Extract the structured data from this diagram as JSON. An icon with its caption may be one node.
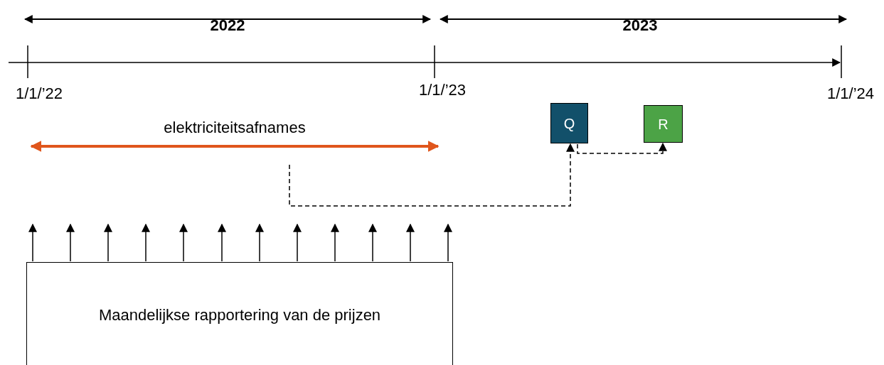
{
  "diagram": {
    "nodes": [
      {
        "text": [
          "Q"
        ]
      },
      {
        "text": [
          "R"
        ]
      },
      {
        "text": [
          "Maandelijkse rapportering van de prijzen"
        ]
      }
    ],
    "edges": [
      {
        "from": null,
        "to": 0,
        "arrow": "to",
        "style": "dashed"
      },
      {
        "from": 0,
        "to": 1,
        "arrow": "to",
        "style": "dashed"
      },
      {
        "from": 2,
        "to": null,
        "arrow": "to"
      },
      {
        "from": 2,
        "to": null,
        "arrow": "to"
      },
      {
        "from": 2,
        "to": null,
        "arrow": "to"
      },
      {
        "from": 2,
        "to": null,
        "arrow": "to"
      },
      {
        "from": 2,
        "to": null,
        "arrow": "to"
      },
      {
        "from": 2,
        "to": null,
        "arrow": "to"
      },
      {
        "from": 2,
        "to": null,
        "arrow": "to"
      },
      {
        "from": 2,
        "to": null,
        "arrow": "to"
      },
      {
        "from": 2,
        "to": null,
        "arrow": "to"
      },
      {
        "from": 2,
        "to": null,
        "arrow": "to"
      },
      {
        "from": 2,
        "to": null,
        "arrow": "to"
      },
      {
        "from": 2,
        "to": null,
        "arrow": "to"
      }
    ],
    "labels": [
      "2022",
      "2023",
      "1/1/’22",
      "1/1/’23",
      "1/1/’24",
      "elektriciteitsafnames"
    ]
  }
}
